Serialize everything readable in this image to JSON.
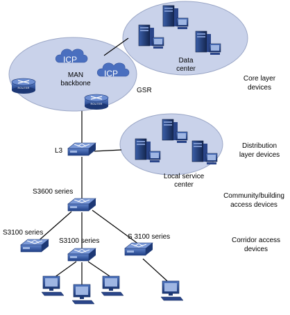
{
  "clouds": {
    "icp_1": "ICP",
    "icp_2": "ICP",
    "man_backbone_line1": "MAN",
    "man_backbone_line2": "backbone",
    "data_center_line1": "Data",
    "data_center_line2": "center",
    "local_service_line1": "Local service",
    "local_service_line2": "center"
  },
  "devices": {
    "gsr": "GSR",
    "l3": "L3",
    "s3600": "S3600 series",
    "s3100_left": "S3100 series",
    "s3100_mid": "S3100 series",
    "s3100_right": "S 3100 series",
    "router_badge": "ROUTER"
  },
  "tiers": {
    "core_line1": "Core layer",
    "core_line2": "devices",
    "distribution_line1": "Distribution",
    "distribution_line2": "layer devices",
    "community_line1": "Community/building",
    "community_line2": "access devices",
    "corridor_line1": "Corridor access",
    "corridor_line2": "devices"
  },
  "colors": {
    "cloud_fill": "#c9d2ea",
    "cloud_stroke": "#9aa6c6",
    "device_blue": "#2c4f9a",
    "icp_cloud": "#4a6fbf",
    "server_dark": "#1e3566",
    "line": "#000000"
  }
}
